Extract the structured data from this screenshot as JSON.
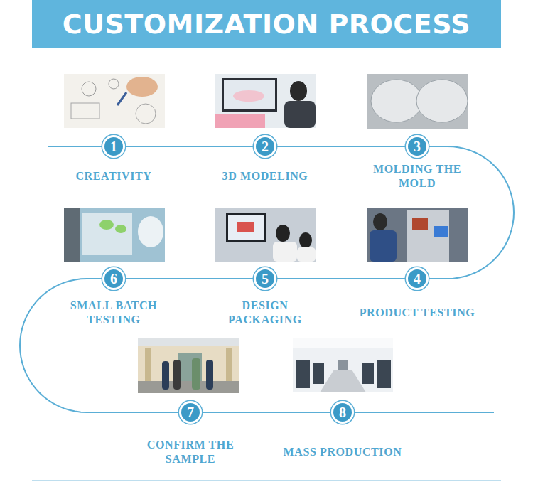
{
  "diagram": {
    "title": "CUSTOMIZATION PROCESS",
    "nodes": [
      {
        "text": [
          "1",
          "CREATIVITY"
        ]
      },
      {
        "text": [
          "2",
          "3D MODELING"
        ]
      },
      {
        "text": [
          "3",
          "MOLDING THE MOLD"
        ]
      },
      {
        "text": [
          "4",
          "PRODUCT TESTING"
        ]
      },
      {
        "text": [
          "5",
          "DESIGN PACKAGING"
        ]
      },
      {
        "text": [
          "6",
          "SMALL BATCH TESTING"
        ]
      },
      {
        "text": [
          "7",
          "CONFIRM THE SAMPLE"
        ]
      },
      {
        "text": [
          "8",
          "MASS PRODUCTION"
        ]
      }
    ],
    "edges": [
      {
        "from": 0,
        "to": 1,
        "arrow": "none"
      },
      {
        "from": 1,
        "to": 2,
        "arrow": "none"
      },
      {
        "from": 2,
        "to": 3,
        "arrow": "none"
      },
      {
        "from": 3,
        "to": 4,
        "arrow": "none"
      },
      {
        "from": 4,
        "to": 5,
        "arrow": "none"
      },
      {
        "from": 5,
        "to": 6,
        "arrow": "none"
      },
      {
        "from": 6,
        "to": 7,
        "arrow": "none"
      }
    ]
  }
}
